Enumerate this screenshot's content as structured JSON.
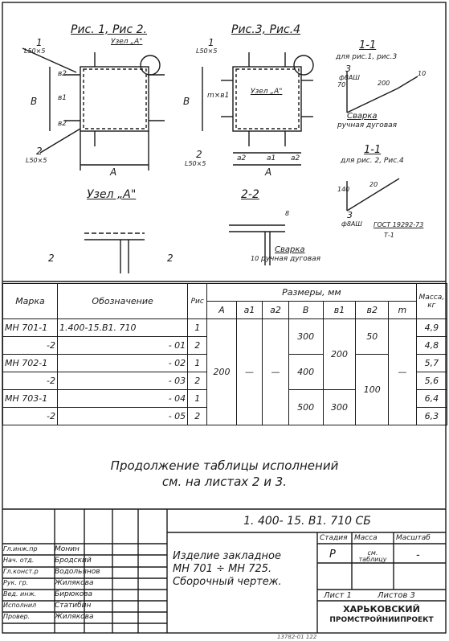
{
  "drawing": {
    "fig12_title": "Рис. 1, Рис 2.",
    "fig34_title": "Рис.3, Рис.4",
    "uzel_label": "Узел „А\"",
    "angle_top": "1",
    "angle_top_size": "L50×5",
    "angle_bottom": "2",
    "angle_bottom_size": "L50×5",
    "dim_B": "В",
    "dim_b1": "в1",
    "dim_b2": "в2",
    "dim_A": "А",
    "dim_a1": "а1",
    "dim_a2": "а2",
    "dim_mb1": "m×в1",
    "section_11_a": "1-1",
    "section_11_a_for": "для рис.1, рис.3",
    "rod_pos": "3",
    "rod_spec": "ф8АШ",
    "weld_1": "Сварка",
    "weld_1b": "ручная дуговая",
    "section_11_b": "1-1",
    "section_11_b_for": "для рис. 2, Рис.4",
    "dim_70": "70",
    "dim_200": "200",
    "dim_10": "10",
    "dim_140": "140",
    "dim_20": "20",
    "gost": "ГОСТ 19292-73",
    "gost_t": "Т-1",
    "uzel_title": "Узел „А\"",
    "section_22": "2-2",
    "weld_2": "Сварка",
    "weld_2b": "ручная дуговая",
    "dim_8": "8",
    "mark_2": "2"
  },
  "table": {
    "headers": {
      "marka": "Марка",
      "oboznachenie": "Обозначение",
      "ris": "Рис",
      "razmery": "Размеры, мм",
      "A": "А",
      "a1": "а1",
      "a2": "а2",
      "B": "В",
      "b1": "в1",
      "b2": "в2",
      "m": "m",
      "massa": "Масса, кг"
    },
    "rows": [
      {
        "marka": "МН 701-1",
        "obozn": "1.400-15.В1. 710",
        "ris": "1",
        "massa": "4,9"
      },
      {
        "marka": "-2",
        "obozn": "- 01",
        "ris": "2",
        "massa": "4,8"
      },
      {
        "marka": "МН 702-1",
        "obozn": "- 02",
        "ris": "1",
        "massa": "5,7"
      },
      {
        "marka": "-2",
        "obozn": "- 03",
        "ris": "2",
        "massa": "5,6"
      },
      {
        "marka": "МН 703-1",
        "obozn": "- 04",
        "ris": "1",
        "massa": "6,4"
      },
      {
        "marka": "-2",
        "obozn": "- 05",
        "ris": "2",
        "massa": "6,3"
      }
    ],
    "merged": {
      "A": "200",
      "a1": "—",
      "a2": "—",
      "m": "—",
      "B1": "300",
      "B2": "400",
      "B3": "500",
      "b1_1": "200",
      "b1_2": "300",
      "b2_1": "50",
      "b2_2": "100"
    }
  },
  "note_line1": "Продолжение таблицы исполнений",
  "note_line2": "см. на листах 2 и 3.",
  "stamp": {
    "code": "1. 400- 15. В1. 710 СБ",
    "title_l1": "Изделие закладное",
    "title_l2": "МН 701 ÷ МН 725.",
    "title_l3": "Сборочный чертеж.",
    "stadiya_h": "Стадия",
    "massa_h": "Масса",
    "masshtab_h": "Масштаб",
    "stadiya": "Р",
    "massa": "см. таблицу",
    "masshtab": "-",
    "list": "Лист 1",
    "listov": "Листов 3",
    "org1": "ХАРЬКОВСКИЙ",
    "org2": "ПРОМСТРОЙНИИПРОЕКТ",
    "people": [
      {
        "role": "Гл.инж.пр",
        "name": "Монин"
      },
      {
        "role": "Нач. отд.",
        "name": "Бродский"
      },
      {
        "role": "Гл.конст.р",
        "name": "Водольянов"
      },
      {
        "role": "Рук. гр.",
        "name": "Жилякова"
      },
      {
        "role": "Вед. инж.",
        "name": "Бирюкова"
      },
      {
        "role": "Исполнил",
        "name": "Статибин"
      },
      {
        "role": "Провер.",
        "name": "Жилякова"
      }
    ],
    "footer": "13782-01 122"
  }
}
